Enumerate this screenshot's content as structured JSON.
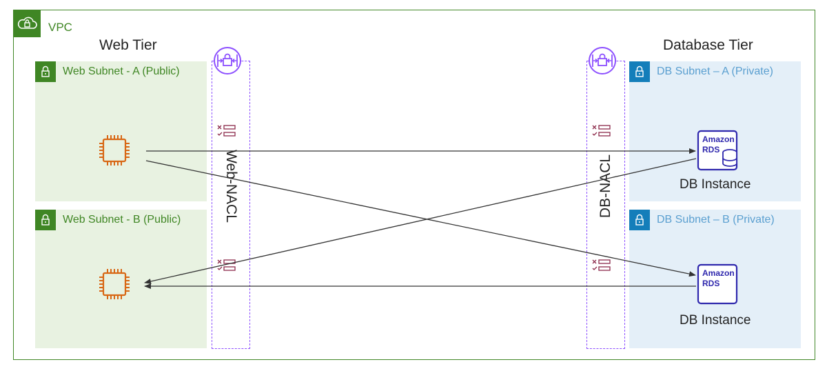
{
  "vpc": {
    "label": "VPC"
  },
  "tiers": {
    "web": "Web Tier",
    "database": "Database Tier"
  },
  "subnets": {
    "web_a": "Web Subnet - A (Public)",
    "web_b": "Web Subnet - B (Public)",
    "db_a": "DB Subnet – A (Private)",
    "db_b": "DB Subnet – B (Private)"
  },
  "nacls": {
    "web": "Web-NACL",
    "db": "DB-NACL"
  },
  "db_instances": [
    {
      "caption": "DB Instance",
      "logo_line1": "Amazon",
      "logo_line2": "RDS"
    },
    {
      "caption": "DB Instance",
      "logo_line1": "Amazon",
      "logo_line2": "RDS"
    }
  ],
  "colors": {
    "public_green": "#3f8624",
    "private_blue": "#147eba",
    "ec2_orange": "#d86613",
    "rds_blue": "#2e27ad",
    "nacl_purple": "#8c4fff",
    "rule_maroon": "#8c2a4a"
  }
}
